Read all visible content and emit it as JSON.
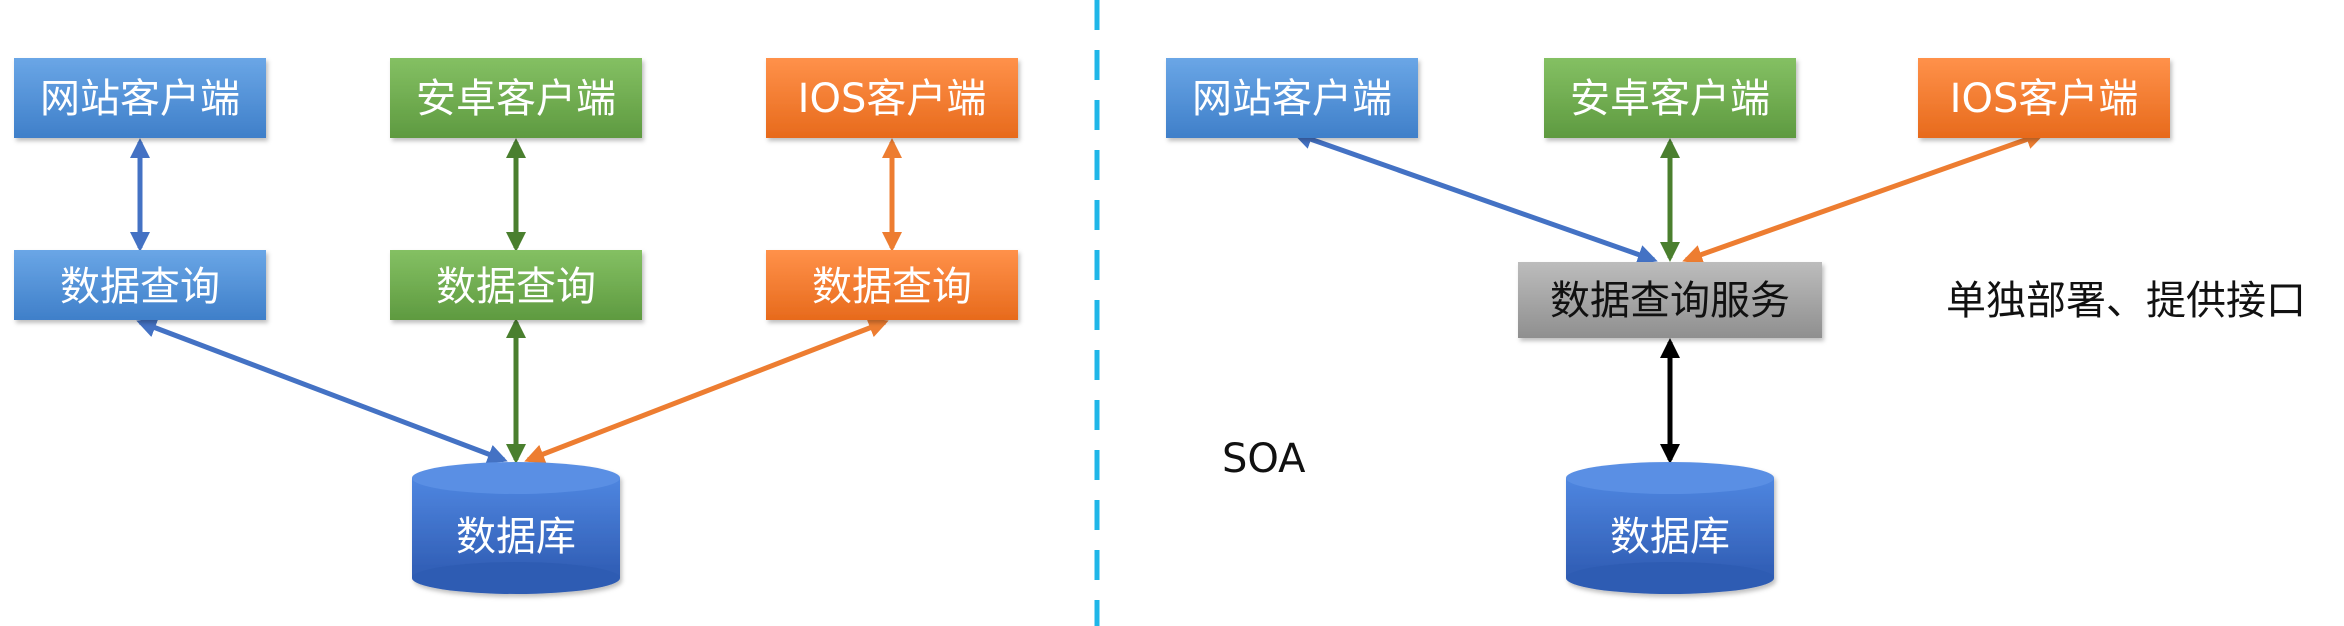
{
  "left": {
    "clients": [
      "网站客户端",
      "安卓客户端",
      "IOS客户端"
    ],
    "queries": [
      "数据查询",
      "数据查询",
      "数据查询"
    ],
    "database": "数据库"
  },
  "right": {
    "clients": [
      "网站客户端",
      "安卓客户端",
      "IOS客户端"
    ],
    "service": "数据查询服务",
    "service_note": "单独部署、提供接口",
    "database": "数据库",
    "soa_label": "SOA"
  },
  "colors": {
    "blue": "#4d8fd6",
    "green": "#6aa84f",
    "orange": "#f07b2f",
    "gray": "#a3a3a3",
    "db": "#3a6cc8",
    "divider": "#1fb6e8",
    "arrow_blue": "#4472c4",
    "arrow_green": "#4a7f2e",
    "arrow_orange": "#ed7d31",
    "arrow_black": "#000000"
  }
}
